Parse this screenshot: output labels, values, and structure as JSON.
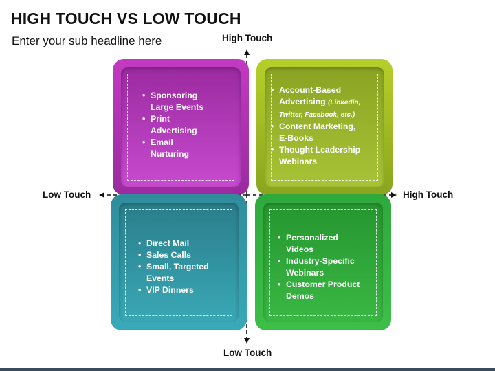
{
  "title": "HIGH TOUCH VS LOW TOUCH",
  "subtitle": "Enter your sub headline here",
  "axes": {
    "top": "High Touch",
    "bottom": "Low Touch",
    "left": "Low Touch",
    "right": "High Touch"
  },
  "quadrants": {
    "top_left": {
      "color": "#b236b5",
      "items": [
        {
          "line1": "Sponsoring",
          "line2": "Large Events"
        },
        {
          "line1": "Print",
          "line2": "Advertising"
        },
        {
          "line1": "Email",
          "line2": "Nurturing"
        }
      ]
    },
    "top_right": {
      "color": "#9cb829",
      "items": [
        {
          "line1": "Account-Based",
          "line2": "Advertising",
          "note1": "(Linkedin,",
          "note2": "Twitter, Facebook, etc.)"
        },
        {
          "line1": "Content Marketing,",
          "line2": "E-Books"
        },
        {
          "line1": "Thought Leadership",
          "line2": "Webinars"
        }
      ]
    },
    "bottom_left": {
      "color": "#349aa8",
      "items": [
        {
          "line1": "Direct Mail"
        },
        {
          "line1": "Sales Calls"
        },
        {
          "line1": "Small, Targeted",
          "line2": "Events"
        },
        {
          "line1": "VIP Dinners"
        }
      ]
    },
    "bottom_right": {
      "color": "#33b040",
      "items": [
        {
          "line1": "Personalized",
          "line2": "Videos"
        },
        {
          "line1": "Industry-Specific",
          "line2": "Webinars"
        },
        {
          "line1": "Customer Product",
          "line2": "Demos"
        }
      ]
    }
  },
  "colors": {
    "axis": "#111111",
    "footer": "#3b4a5c"
  }
}
